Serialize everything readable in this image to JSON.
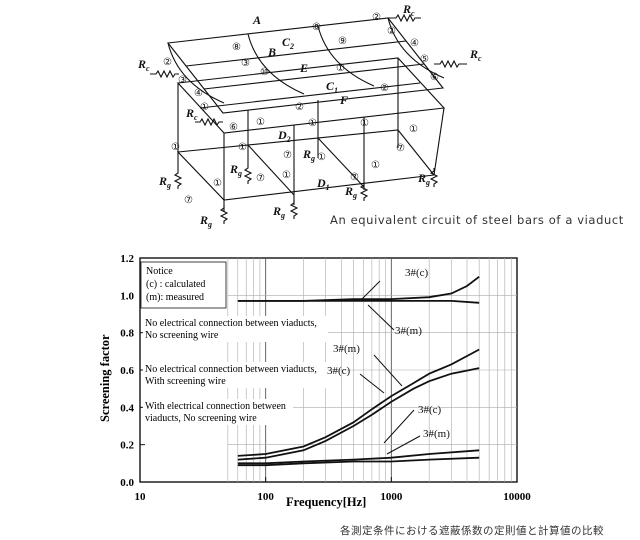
{
  "captions": {
    "top": "An equivalent circuit of steel bars of a viaduct",
    "bottom": "各測定条件における遮蔽係数の定則値と計算値の比較"
  },
  "circuit": {
    "labels": {
      "A": "A",
      "B": "B",
      "C2": "C",
      "C2_sub": "2",
      "C1": "C",
      "C1_sub": "1",
      "E": "E",
      "F": "F",
      "D2": "D",
      "D2_sub": "2",
      "D1": "D",
      "D1_sub": "1",
      "Rc": "R",
      "Rc_sub": "c",
      "Rg": "R",
      "Rg_sub": "g"
    },
    "markers": [
      "①",
      "②",
      "③",
      "④",
      "⑤",
      "⑥",
      "⑦",
      "⑧",
      "⑨",
      "⑩"
    ]
  },
  "chart_data": {
    "type": "line",
    "xscale": "log",
    "xlim": [
      10,
      10000
    ],
    "ylim": [
      0,
      1.2
    ],
    "xlabel": "Frequency[Hz]",
    "ylabel": "Screening factor",
    "xticks": [
      10,
      100,
      1000,
      10000
    ],
    "yticks": [
      0.0,
      0.2,
      0.4,
      0.6,
      0.8,
      1.0,
      1.2
    ],
    "xtick_labels": [
      "10",
      "100",
      "1000",
      "10000"
    ],
    "ytick_labels": [
      "0.0",
      "0.2",
      "0.4",
      "0.6",
      "0.8",
      "1.0",
      "1.2"
    ],
    "grid": true,
    "notice": {
      "title": "Notice",
      "line1": "(c) : calculated",
      "line2": "(m): measured"
    },
    "annotations": [
      {
        "line1": "No electrical connection between viaducts,",
        "line2": "No screening wire"
      },
      {
        "line1": "No electrical connection between viaducts,",
        "line2": "With screening wire"
      },
      {
        "line1": "With electrical connection between",
        "line2": "viaducts, No screening wire"
      }
    ],
    "series": [
      {
        "name": "3#(c)",
        "x": [
          60,
          100,
          200,
          500,
          1000,
          2000,
          3000,
          4000,
          5000
        ],
        "y": [
          0.97,
          0.97,
          0.97,
          0.98,
          0.98,
          0.99,
          1.01,
          1.05,
          1.1
        ]
      },
      {
        "name": "3#(m)",
        "x": [
          60,
          100,
          200,
          500,
          1000,
          2000,
          3000,
          5000
        ],
        "y": [
          0.97,
          0.97,
          0.97,
          0.97,
          0.97,
          0.97,
          0.97,
          0.96
        ]
      },
      {
        "name": "3#(m)",
        "x": [
          60,
          100,
          200,
          300,
          500,
          700,
          1000,
          1500,
          2000,
          3000,
          5000
        ],
        "y": [
          0.14,
          0.15,
          0.19,
          0.24,
          0.32,
          0.39,
          0.46,
          0.53,
          0.58,
          0.63,
          0.71
        ]
      },
      {
        "name": "3#(c)",
        "x": [
          60,
          100,
          200,
          300,
          500,
          700,
          1000,
          1500,
          2000,
          3000,
          5000
        ],
        "y": [
          0.12,
          0.13,
          0.17,
          0.22,
          0.3,
          0.36,
          0.43,
          0.5,
          0.54,
          0.58,
          0.61
        ]
      },
      {
        "name": "3#(c)",
        "x": [
          60,
          100,
          200,
          500,
          1000,
          2000,
          5000
        ],
        "y": [
          0.1,
          0.1,
          0.11,
          0.12,
          0.13,
          0.15,
          0.17
        ]
      },
      {
        "name": "3#(m)",
        "x": [
          60,
          100,
          200,
          500,
          1000,
          2000,
          5000
        ],
        "y": [
          0.09,
          0.09,
          0.1,
          0.11,
          0.11,
          0.12,
          0.13
        ]
      }
    ],
    "series_labels": [
      "3#(c)",
      "3#(m)",
      "3#(m)",
      "3#(c)",
      "3#(c)",
      "3#(m)"
    ]
  }
}
